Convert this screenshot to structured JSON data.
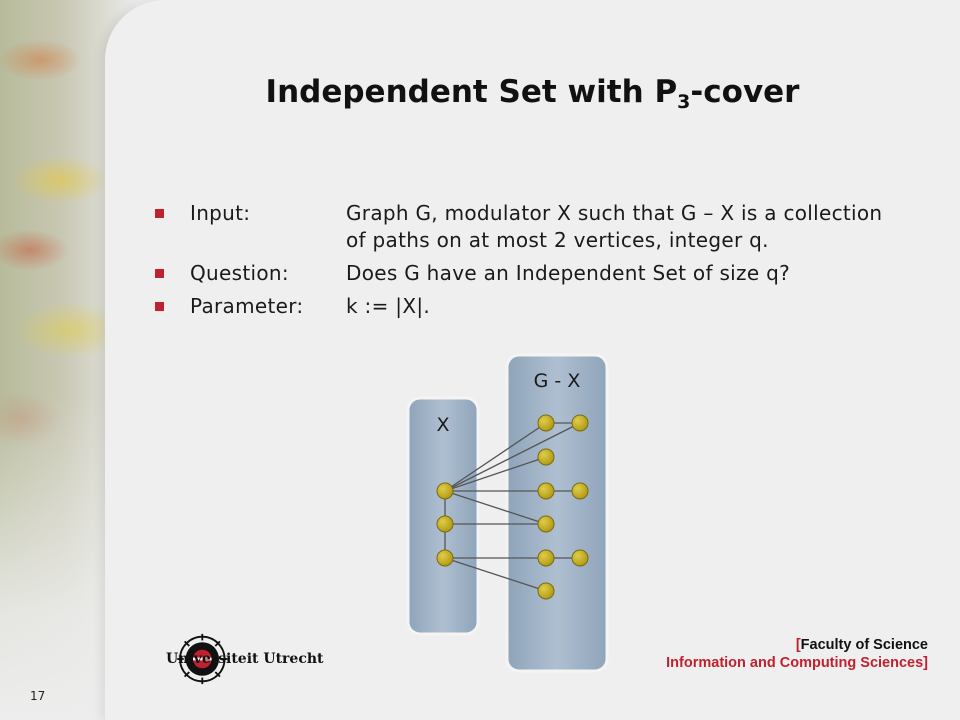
{
  "slide": {
    "title_main": "Independent Set with P",
    "title_sub": "3",
    "title_tail": "-cover",
    "page_number": "17"
  },
  "bullets": [
    {
      "label": "Input:",
      "value": "Graph G, modulator X such that G – X is a collection of paths on at most 2 vertices, integer q."
    },
    {
      "label": "Question:",
      "value": "Does G have an Independent Set of size q?"
    },
    {
      "label": "Parameter:",
      "value": "k := |X|."
    }
  ],
  "diagram": {
    "left_box_label": "X",
    "right_box_label": "G - X",
    "vertex_color": "#c8b01e",
    "box_color": "#9fb3c8"
  },
  "footer": {
    "university": "Universiteit Utrecht",
    "faculty_bracket_open": "[",
    "faculty_line1": "Faculty of Science",
    "faculty_line2": "Information and Computing Sciences",
    "faculty_bracket_close": "]"
  },
  "colors": {
    "accent_red": "#c0212e",
    "background": "#efefef"
  }
}
